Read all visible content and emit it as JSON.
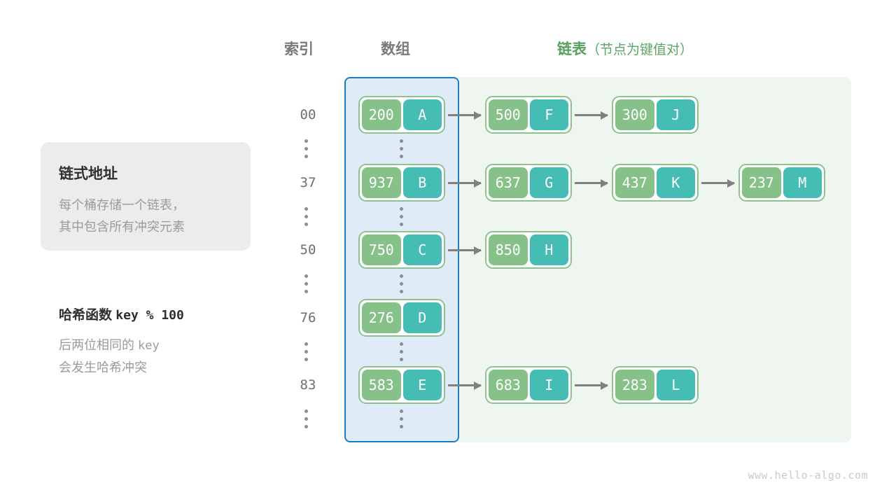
{
  "headers": {
    "index": "索引",
    "array": "数组",
    "list_main": "链表",
    "list_sub": "（节点为键值对）"
  },
  "info_card": {
    "title": "链式地址",
    "line1": "每个桶存储一个链表，",
    "line2": "其中包含所有冲突元素"
  },
  "hash_note": {
    "title_label": "哈希函数",
    "title_code": "key % 100",
    "line1": "后两位相同的",
    "line1_code": "key",
    "line2": "会发生哈希冲突"
  },
  "colors": {
    "key_green": "#85c189",
    "value_teal": "#46bdb4",
    "node_border": "#8cc48f",
    "array_panel_bg": "#dfebf7",
    "array_panel_border": "#1c7cc4",
    "list_panel_bg": "#eff6ef",
    "arrow": "#808080",
    "header_gray": "#7a7a7a",
    "header_green": "#57a05e",
    "info_card_bg": "#ececec",
    "muted_text": "#9b9b9b",
    "watermark": "#c9c9c9"
  },
  "rows": [
    {
      "index": "00",
      "bucket": {
        "key": "200",
        "value": "A"
      },
      "chain": [
        {
          "key": "500",
          "value": "F"
        },
        {
          "key": "300",
          "value": "J"
        }
      ]
    },
    {
      "index": "37",
      "bucket": {
        "key": "937",
        "value": "B"
      },
      "chain": [
        {
          "key": "637",
          "value": "G"
        },
        {
          "key": "437",
          "value": "K"
        },
        {
          "key": "237",
          "value": "M"
        }
      ]
    },
    {
      "index": "50",
      "bucket": {
        "key": "750",
        "value": "C"
      },
      "chain": [
        {
          "key": "850",
          "value": "H"
        }
      ]
    },
    {
      "index": "76",
      "bucket": {
        "key": "276",
        "value": "D"
      },
      "chain": []
    },
    {
      "index": "83",
      "bucket": {
        "key": "583",
        "value": "E"
      },
      "chain": [
        {
          "key": "683",
          "value": "I"
        },
        {
          "key": "283",
          "value": "L"
        }
      ]
    }
  ],
  "ellipsis_marker": "⋮",
  "watermark": "www.hello-algo.com"
}
